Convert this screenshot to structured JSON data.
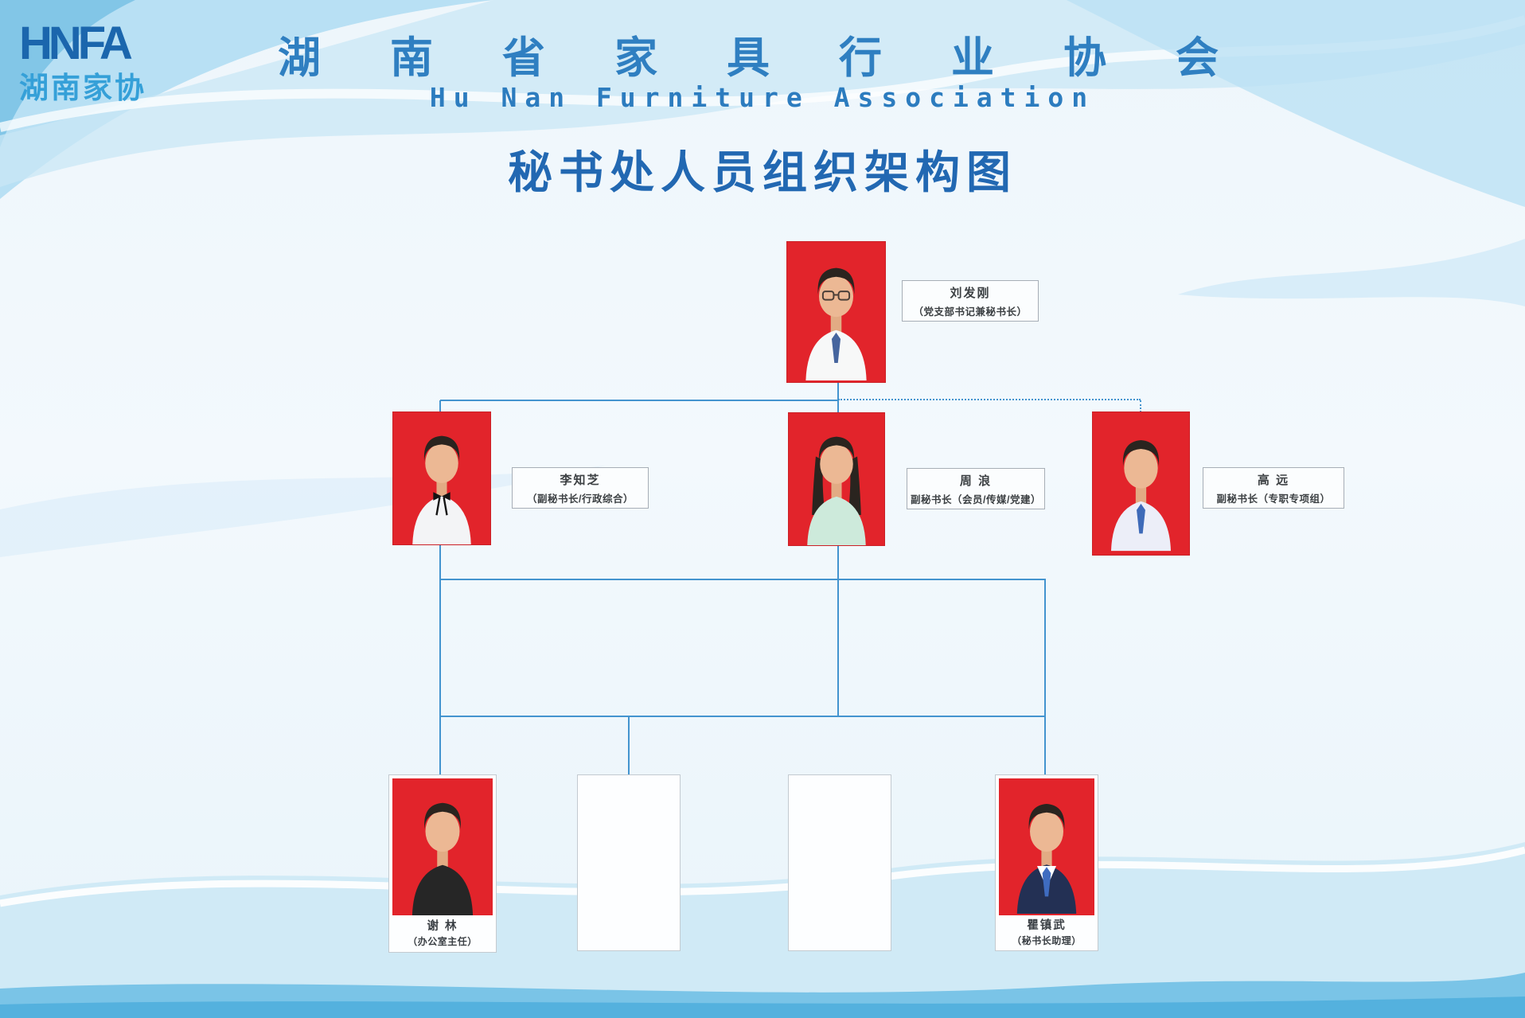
{
  "colors": {
    "photo-red": "#e2242b",
    "line-blue": "#4394cf",
    "title-blue": "#2f7fc1",
    "subtitle-blue": "#2c7cbf",
    "heading-blue": "#2268b2",
    "logo-dark": "#1b66ad",
    "logo-light": "#35a0d8"
  },
  "logo": {
    "acronym": "HNFA",
    "name": "湖南家协"
  },
  "header": {
    "title_cn": "湖 南 省 家 具 行 业 协 会",
    "title_en": "Hu Nan Furniture Association",
    "chart_title": "秘书处人员组织架构图"
  },
  "org": {
    "root": {
      "name": "刘发刚",
      "title": "（党支部书记兼秘书长）"
    },
    "level2": [
      {
        "name": "李知芝",
        "title": "（副秘书长/行政综合）"
      },
      {
        "name": "周 浪",
        "title": "副秘书长（会员/传媒/党建）"
      },
      {
        "name": "高 远",
        "title": "副秘书长（专职专项组）"
      }
    ],
    "level3": [
      {
        "name": "谢 林",
        "title": "（办公室主任）"
      },
      {
        "name": "瞿镇武",
        "title": "（秘书长助理）"
      }
    ],
    "empty_slots": 2
  }
}
